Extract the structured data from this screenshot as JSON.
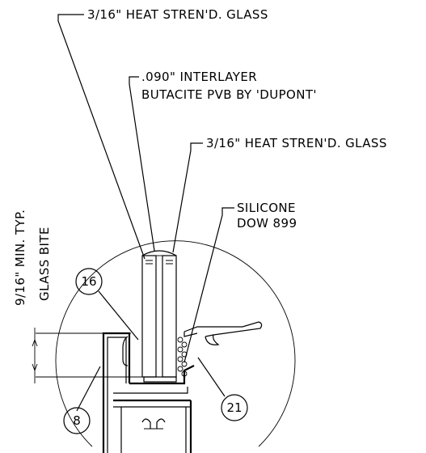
{
  "labels": {
    "glass_outer": "3/16\" HEAT STREN'D. GLASS",
    "interlayer_line1": ".090\" INTERLAYER",
    "interlayer_line2": "BUTACITE PVB BY 'DUPONT'",
    "glass_inner": "3/16\" HEAT STREN'D. GLASS",
    "silicone_line1": "SILICONE",
    "silicone_line2": "DOW 899",
    "bite_line1": "9/16\" MIN. TYP.",
    "bite_line2": "GLASS BITE"
  },
  "callouts": {
    "c16": "16",
    "c8": "8",
    "c21": "21"
  }
}
